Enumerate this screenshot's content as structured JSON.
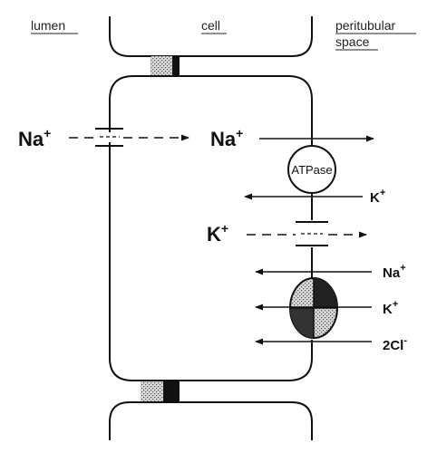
{
  "header": {
    "lumen": "lumen",
    "cell": "cell",
    "peritubular_line1": "peritubular",
    "peritubular_line2": "space"
  },
  "luminal_channel": {
    "ion": "Na",
    "charge": "+"
  },
  "basolateral": {
    "na_ion": "Na",
    "na_charge": "+",
    "pump_label": "ATPase",
    "k_pump_ion": "K",
    "k_pump_charge": "+",
    "k_channel_ion": "K",
    "k_channel_charge": "+"
  },
  "cotransporter": {
    "na_ion": "Na",
    "na_charge": "+",
    "k_ion": "K",
    "k_charge": "+",
    "cl_ion": "2Cl",
    "cl_charge": "-"
  },
  "colors": {
    "ink": "#111111",
    "junction": "#9a9a9a",
    "background": "#ffffff"
  }
}
